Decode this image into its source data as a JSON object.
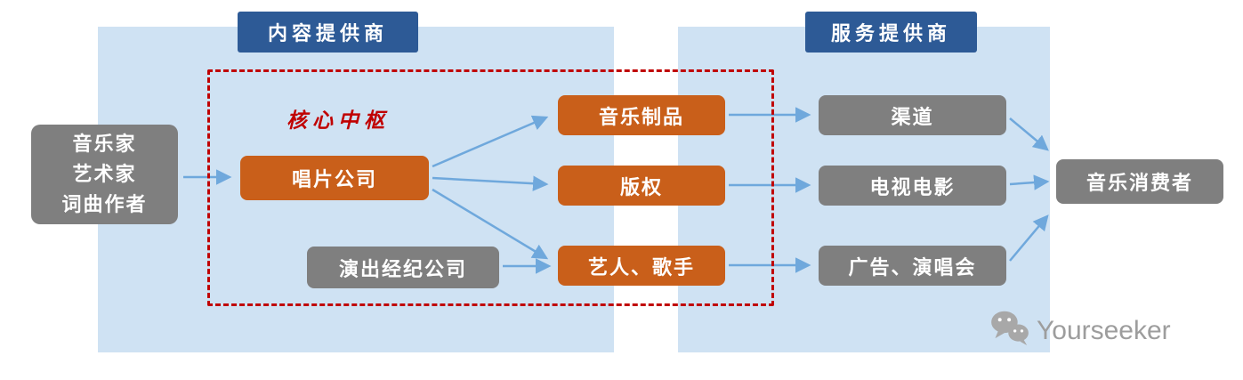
{
  "headers": {
    "content_provider": "内容提供商",
    "service_provider": "服务提供商"
  },
  "core_hub_label": "核心中枢",
  "source_box": {
    "line1": "音乐家",
    "line2": "艺术家",
    "line3": "词曲作者"
  },
  "nodes": {
    "record_company": "唱片公司",
    "performance_agency": "演出经纪公司",
    "music_products": "音乐制品",
    "copyright": "版权",
    "artists_singers": "艺人、歌手",
    "channels": "渠道",
    "tv_film": "电视电影",
    "ads_concerts": "广告、演唱会",
    "music_consumers": "音乐消费者"
  },
  "watermark": {
    "text": "Yourseeker"
  },
  "colors": {
    "panel_blue": "#cfe2f3",
    "header_blue": "#2d5a96",
    "box_orange": "#c95f1a",
    "box_gray": "#7f7f7f",
    "dashed_red": "#c00000",
    "arrow_blue": "#6fa8dc",
    "watermark_gray": "#9d9d9d"
  }
}
